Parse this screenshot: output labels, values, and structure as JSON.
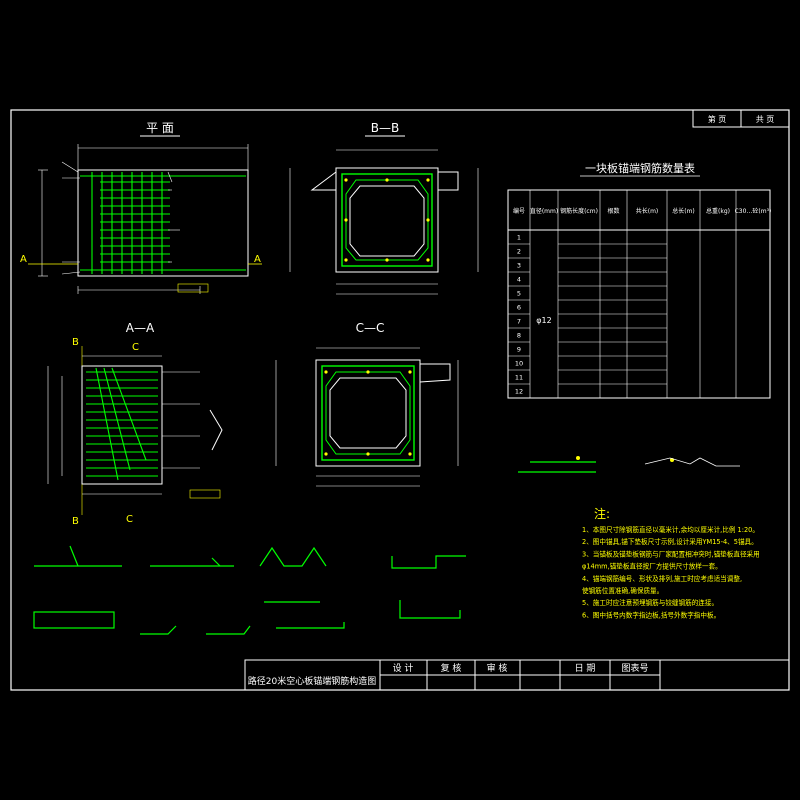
{
  "page": {
    "sheet_no": "第 页",
    "total": "共 页"
  },
  "views": {
    "plan": "平 面",
    "bb": "B—B",
    "aa": "A—A",
    "cc": "C—C",
    "marker_a": "A",
    "marker_b": "B",
    "marker_c": "C"
  },
  "table": {
    "title": "一块板锚端钢筋数量表",
    "headers": [
      "编号",
      "直径(mm)",
      "钢筋长度(cm)",
      "根数",
      "共长(m)",
      "总长(m)",
      "总重(kg)",
      "C30…砼(m³)"
    ],
    "diameter": "φ12",
    "rows": [
      {
        "no": "1",
        "len": "",
        "count": "",
        "total": ""
      },
      {
        "no": "2",
        "len": "",
        "count": "",
        "total": ""
      },
      {
        "no": "3",
        "len": "",
        "count": "",
        "total": ""
      },
      {
        "no": "4",
        "len": "",
        "count": "",
        "total": ""
      },
      {
        "no": "5",
        "len": "",
        "count": "",
        "total": ""
      },
      {
        "no": "6",
        "len": "",
        "count": "",
        "total": ""
      },
      {
        "no": "7",
        "len": "",
        "count": "",
        "total": ""
      },
      {
        "no": "8",
        "len": "",
        "count": "",
        "total": ""
      },
      {
        "no": "9",
        "len": "",
        "count": "",
        "total": ""
      },
      {
        "no": "10",
        "len": "",
        "count": "",
        "total": ""
      },
      {
        "no": "11",
        "len": "",
        "count": "",
        "total": ""
      },
      {
        "no": "12",
        "len": "",
        "count": "",
        "total": ""
      }
    ]
  },
  "notes": {
    "title": "注:",
    "items": [
      "1、本图尺寸除钢筋直径以毫米计,余均以厘米计,比例 1:20。",
      "2、图中锚具,锚下垫板尺寸示例,设计采用YM15-4、5锚具。",
      "3、当锚板及锚垫板钢筋与厂家配置相冲突时,锚垫板直径采用",
      "φ14mm,锚垫板直径按厂方提供尺寸放样一套。",
      "4、锚端钢筋编号、形状及排列,施工时应考虑适当调整,",
      "使钢筋位置准确,确保质量。",
      "5、施工时应注意预埋钢筋与铰缝钢筋的连接。",
      "6、图中括号内数字指边板,括号外数字指中板。"
    ]
  },
  "title_block": {
    "drawing_title": "路径20米空心板锚端钢筋构造图",
    "design": "设 计",
    "check": "复 核",
    "review": "审 核",
    "date": "日 期",
    "drawing_no_label": "图表号",
    "drawing_no": ""
  }
}
